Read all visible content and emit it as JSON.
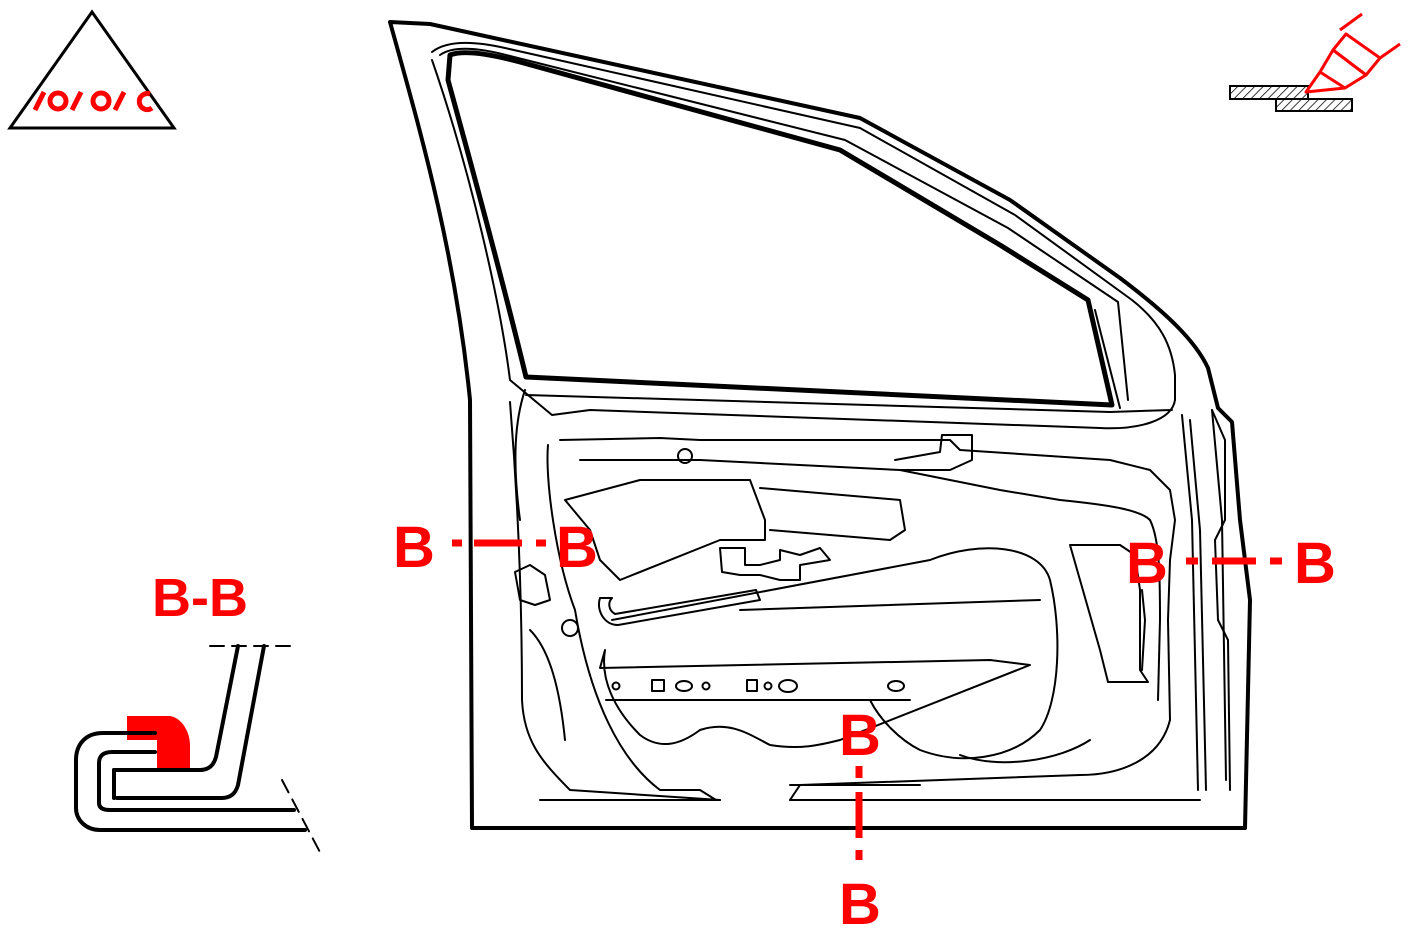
{
  "colors": {
    "accent": "#ff0000",
    "ink": "#000000",
    "background": "#ffffff"
  },
  "icons": {
    "warning": "spot-weld-warning-triangle-icon",
    "tool": "welding-torch-lap-joint-icon"
  },
  "section": {
    "title": "B-B",
    "markers": [
      {
        "id": "left-start",
        "label": "B"
      },
      {
        "id": "left-end",
        "label": "B"
      },
      {
        "id": "right-start",
        "label": "B"
      },
      {
        "id": "right-end",
        "label": "B"
      },
      {
        "id": "bottom-top",
        "label": "B"
      },
      {
        "id": "bottom-end",
        "label": "B"
      }
    ]
  }
}
